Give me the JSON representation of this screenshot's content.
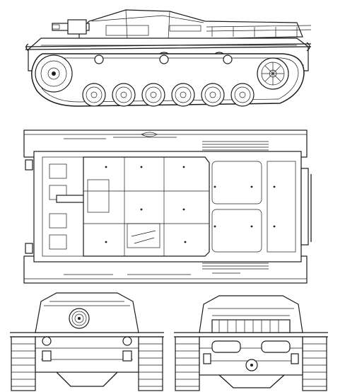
{
  "drawing": {
    "subject": "assault-gun",
    "views": [
      "side-view",
      "top-view",
      "front-view",
      "rear-view"
    ],
    "road_wheels_per_side": 6,
    "return_rollers_per_side": 3,
    "colors": {
      "ink": "#1c1c1c",
      "paper": "#ffffff"
    }
  }
}
